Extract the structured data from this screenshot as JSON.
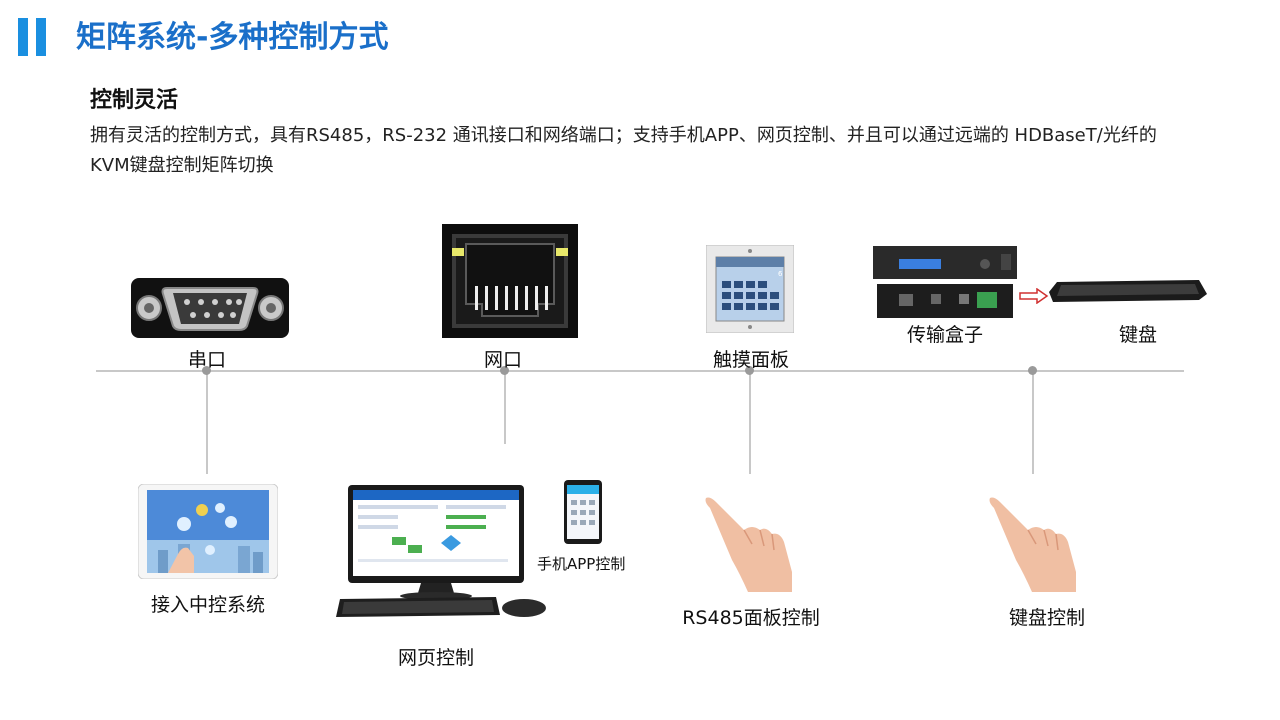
{
  "header": {
    "title": "矩阵系统-多种控制方式"
  },
  "section": {
    "subtitle": "控制灵活",
    "description": "拥有灵活的控制方式，具有RS485，RS-232 通讯接口和网络端口；支持手机APP、网页控制、并且可以通过远端的 HDBaseT/光纤的 KVM键盘控制矩阵切换"
  },
  "top_items": [
    {
      "label": "串口",
      "icon": "serial-port-icon"
    },
    {
      "label": "网口",
      "icon": "ethernet-port-icon"
    },
    {
      "label": "触摸面板",
      "icon": "touch-panel-icon"
    },
    {
      "label": "传输盒子",
      "icon": "transmission-box-icon"
    },
    {
      "label": "键盘",
      "icon": "keyboard-icon"
    }
  ],
  "bottom_items": [
    {
      "label": "接入中控系统",
      "icon": "tablet-icon"
    },
    {
      "label": "网页控制",
      "icon": "computer-icon"
    },
    {
      "label": "手机APP控制",
      "icon": "phone-icon"
    },
    {
      "label": "RS485面板控制",
      "icon": "hand-icon"
    },
    {
      "label": "键盘控制",
      "icon": "hand-icon"
    }
  ],
  "colors": {
    "accent": "#1a8fe0",
    "title": "#1a6fc9",
    "line": "#c8c8c8"
  }
}
